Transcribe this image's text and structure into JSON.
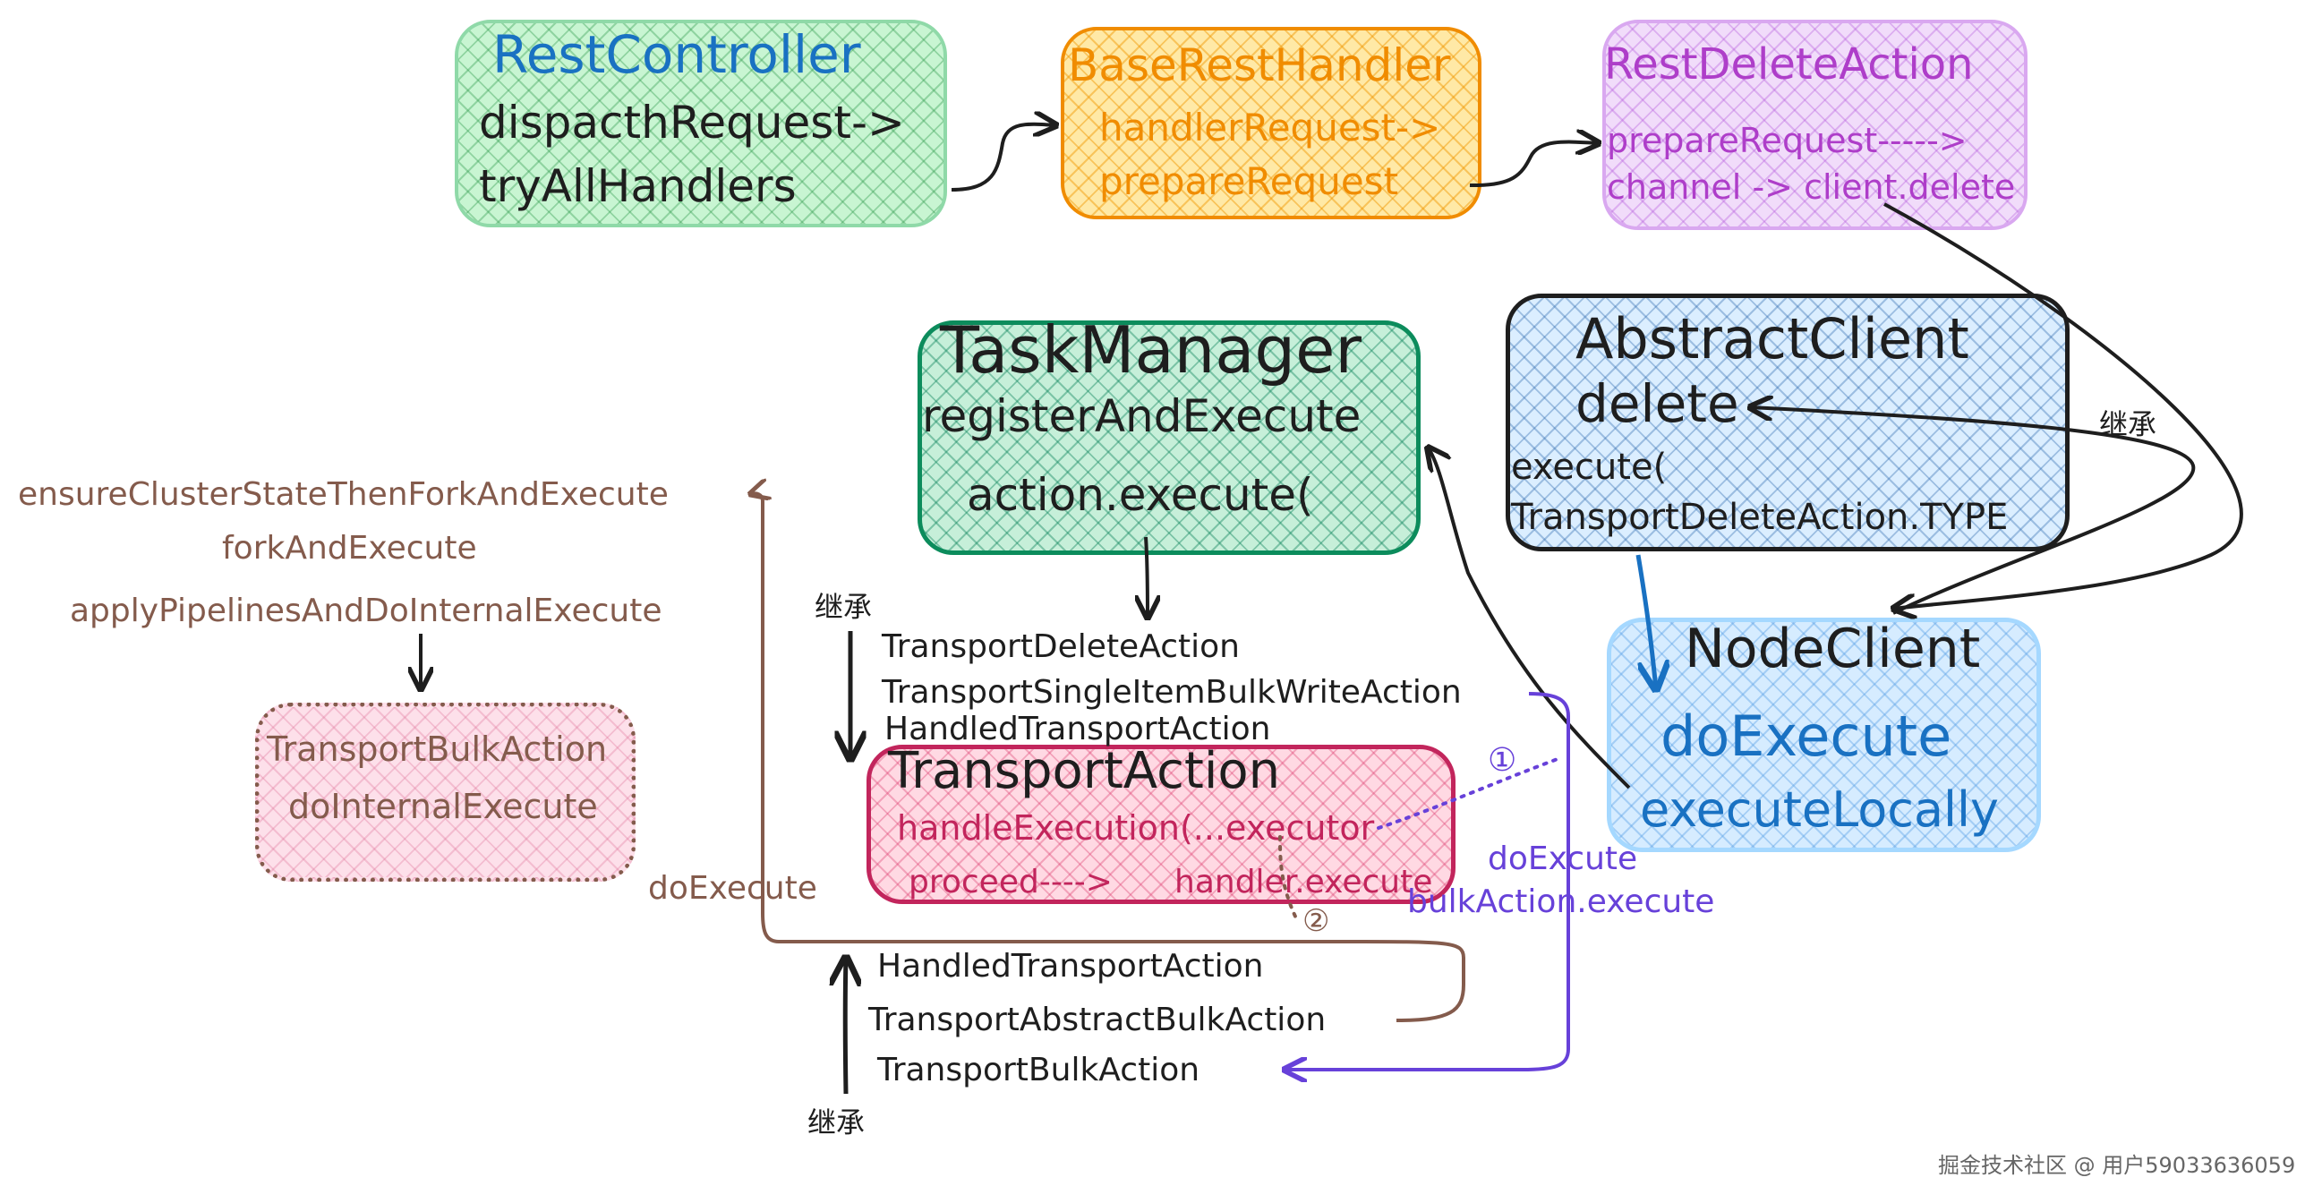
{
  "colors": {
    "green": "#8fd9a8",
    "orange": "#f08c00",
    "purple": "#d9a8f0",
    "teal": "#0c8c5c",
    "darkblue": "#1e1e1e",
    "lightblue": "#a5d8ff",
    "crimson": "#c2255c",
    "brown": "#845b4c",
    "violet": "#6741d9",
    "black": "#1e1e1e"
  },
  "nodes": {
    "rest_controller": {
      "title": "RestController",
      "line1": "dispacthRequest->",
      "line2": "tryAllHandlers"
    },
    "base_rest_handler": {
      "title": "BaseRestHandler",
      "line1": "handlerRequest->",
      "line2": "prepareRequest"
    },
    "rest_delete_action": {
      "title": "RestDeleteAction",
      "line1": "prepareRequest----->",
      "line2": "channel -> client.delete"
    },
    "task_manager": {
      "title": "TaskManager",
      "line1": "registerAndExecute",
      "line2": "action.execute("
    },
    "abstract_client": {
      "title": "AbstractClient",
      "line1": "delete",
      "line2": "execute(",
      "line3": "TransportDeleteAction.TYPE"
    },
    "node_client": {
      "title": "NodeClient",
      "line1": "doExecute",
      "line2": "executeLocally"
    },
    "transport_action": {
      "title": "TransportAction",
      "line1": "handleExecution(...executor",
      "line2": "proceed---->",
      "line3": "handler.execute"
    },
    "transport_bulk_action_box": {
      "line1": "TransportBulkAction",
      "line2": "doInternalExecute"
    }
  },
  "labels": {
    "ensure": "ensureClusterStateThenForkAndExecute",
    "fork": "forkAndExecute",
    "apply": "applyPipelinesAndDoInternalExecute",
    "do_execute_brown": "doExecute",
    "inherit_top": "继承",
    "transport_delete_action": "TransportDeleteAction",
    "transport_single_item": "TransportSingleItemBulkWriteAction",
    "handled_transport_action_top": "HandledTransportAction",
    "circle_1": "①",
    "circle_2": "②",
    "do_excute_violet": "doExcute",
    "bulk_action_execute": "bulkAction.execute",
    "handled_transport_action_bottom": "HandledTransportAction",
    "transport_abstract_bulk": "TransportAbstractBulkAction",
    "transport_bulk_action": "TransportBulkAction",
    "inherit_bottom": "继承",
    "inherit_right": "继承",
    "watermark": "掘金技术社区 @ 用户59033636059"
  }
}
